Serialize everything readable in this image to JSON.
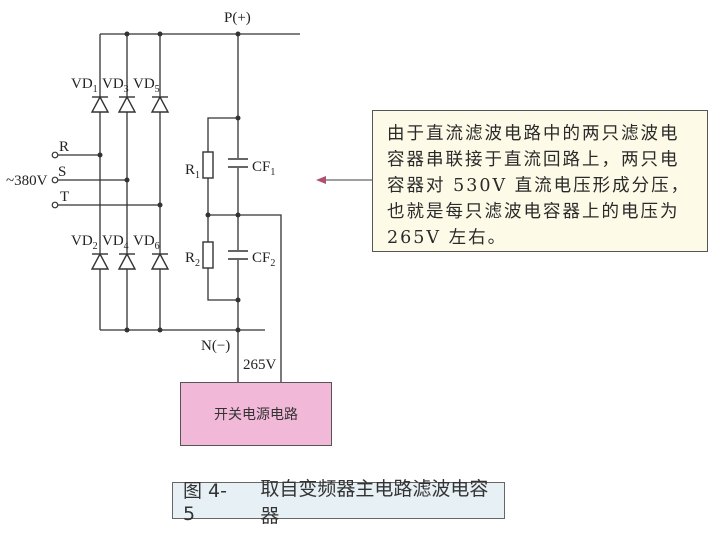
{
  "circuit": {
    "nodes": {
      "positive": "P(+)",
      "negative": "N(−)"
    },
    "input": {
      "voltage": "~380V",
      "phases": [
        "R",
        "S",
        "T"
      ]
    },
    "diodes_top": [
      {
        "name": "VD",
        "sub": "1"
      },
      {
        "name": "VD",
        "sub": "3"
      },
      {
        "name": "VD",
        "sub": "5"
      }
    ],
    "diodes_bottom": [
      {
        "name": "VD",
        "sub": "2"
      },
      {
        "name": "VD",
        "sub": "4"
      },
      {
        "name": "VD",
        "sub": "6"
      }
    ],
    "resistors": [
      {
        "name": "R",
        "sub": "1"
      },
      {
        "name": "R",
        "sub": "2"
      }
    ],
    "capacitors": [
      {
        "name": "CF",
        "sub": "1"
      },
      {
        "name": "CF",
        "sub": "2"
      }
    ],
    "tap_voltage": "265V",
    "wire_color": "#333333"
  },
  "psu": {
    "label": "开关电源电路",
    "color": "#f2b8d8"
  },
  "note": {
    "lines": [
      "由于直流滤波电路中的两只滤波电",
      "容器串联接于直流回路上，两只电",
      "容器对 530V 直流电压形成分压，",
      "也就是每只滤波电容器上的电压为",
      "265V 左右。"
    ],
    "background": "#fdfbe7",
    "arrow_color": "#b05070"
  },
  "caption": {
    "figure_number": "图 4-5",
    "title": "取自变频器主电路滤波电容器",
    "background": "#e6f0f5"
  }
}
